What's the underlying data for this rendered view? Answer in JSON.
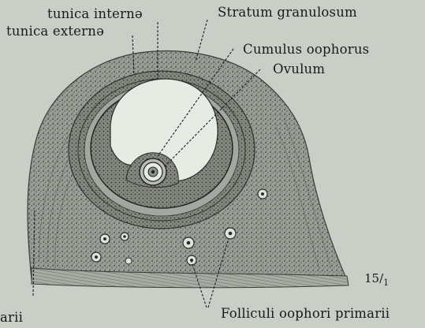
{
  "labels": {
    "tunica_interna": "tunica internə",
    "tunica_externa": "tunica externə",
    "stratum_granulosum": "Stratum granulosum",
    "cumulus_oophorus": "Cumulus oophorus",
    "ovulum": "Ovulum",
    "ovarii_fragment": "arii",
    "folliculi": "Folliculi oophori primarii"
  },
  "scale": {
    "numerator": "15",
    "denominator": "1"
  },
  "colors": {
    "background": "#c9cfc6",
    "tissue": "#8e928b",
    "tissue_dark": "#4a4d48",
    "antrum": "#e6ebe4",
    "ink": "#1b1b1b"
  }
}
